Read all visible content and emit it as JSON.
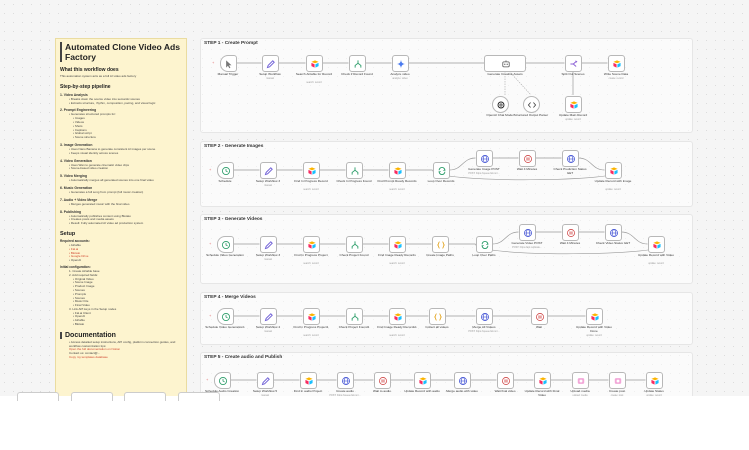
{
  "note": {
    "title": "Automated Clone Video Ads Factory",
    "what_title": "What this workflow does",
    "what_text": "This automation system acts as a full AI video ads factory",
    "pipeline_title": "Step-by-step pipeline",
    "steps": [
      {
        "title": "1. Video Analysis",
        "items": [
          "Breaks down the source video into semantic scenes",
          "Extracts structure, rhythm, composition, pacing, and visual logic"
        ]
      },
      {
        "title": "2. Prompt Engineering",
        "items": [
          "Generates structured prompts for:",
          "Images",
          "Videos",
          "Shots",
          "Captions",
          "Global script",
          "Scene structure"
        ]
      },
      {
        "title": "3. Image Generation",
        "items": [
          "Uses Nano Banana to generate consistent AI images per scene",
          "Keeps visual identity across scenes"
        ]
      },
      {
        "title": "4. Video Generation",
        "items": [
          "Uses Wan to generate cinematic video clips",
          "Scene-based video creation"
        ]
      },
      {
        "title": "5. Video Merging",
        "items": [
          "Automatically merges all generated scenes into one final video"
        ]
      },
      {
        "title": "6. Music Generation",
        "items": [
          "Generates a full song from prompt (full music creation)"
        ]
      },
      {
        "title": "7. Audio + Video Merge",
        "items": [
          "Merges generated music with the final video"
        ]
      },
      {
        "title": "8. Publishing",
        "items": [
          "Automatically publishes content using Blotato",
          "Creates posts and media assets",
          "Result: Fully automated AI video ad production system"
        ]
      }
    ],
    "setup_title": "Setup",
    "required_title": "Required accounts:",
    "accounts": [
      "Airtable",
      "Fal.ai",
      "Blotato",
      "Google Drive",
      "OpenAI"
    ],
    "initial_title": "Initial configuration:",
    "config": [
      "1. Create Airtable base",
      "2. Add required fields:",
      "Original Video",
      "Scene Image",
      "Product Image",
      "Scenes",
      "Prompts",
      "Scenes",
      "Music File",
      "Final Video",
      "3. Link API keys in the Setup nodes",
      "Fal.ai Client",
      "OpenAI",
      "Airtable",
      "Blotato"
    ],
    "doc_title": "Documentation",
    "doc_items": [
      "Access detailed setup instructions, API config, platform connection guides, and workflow customization tips:",
      "Open the full documentation on Notion",
      "Contact us: contact@...",
      "Copy my templates database"
    ]
  },
  "steps": [
    {
      "title": "STEP 1 - Create Prompt"
    },
    {
      "title": "STEP 2 - Generate Images"
    },
    {
      "title": "STEP 3 - Generate Videos"
    },
    {
      "title": "STEP 4 - Merge Videos"
    },
    {
      "title": "STEP 5 - Create audio and Publish"
    }
  ],
  "nodes": {
    "s1": [
      {
        "label": "Manual Trigger",
        "sub": "",
        "icon": "cursor-icon"
      },
      {
        "label": "Setup Workflow",
        "sub": "manual",
        "icon": "pencil-icon"
      },
      {
        "label": "Search Airtable for Record",
        "sub": "search: record",
        "icon": "airtable-icon"
      },
      {
        "label": "Check if Record Found",
        "sub": "",
        "icon": "if-icon"
      },
      {
        "label": "Analyze video",
        "sub": "analyze: video",
        "icon": "gemini-icon"
      },
      {
        "label": "Generate Creative Assets",
        "sub": "",
        "icon": "robot-icon"
      },
      {
        "label": "OpenAI Chat Model",
        "sub": "",
        "icon": "openai-icon"
      },
      {
        "label": "Structured Output Parser",
        "sub": "",
        "icon": "code-icon"
      },
      {
        "label": "Split Out Scenes",
        "sub": "",
        "icon": "split-icon"
      },
      {
        "label": "Write Scene Data",
        "sub": "create: record",
        "icon": "airtable-icon"
      },
      {
        "label": "Update Main Record",
        "sub": "update: record",
        "icon": "airtable-icon"
      }
    ],
    "s2": [
      {
        "label": "Schedule",
        "sub": "",
        "icon": "clock-icon"
      },
      {
        "label": "Setup Workflow 3",
        "sub": "manual",
        "icon": "pencil-icon"
      },
      {
        "label": "Find In Progress Record",
        "sub": "search: record",
        "icon": "airtable-icon"
      },
      {
        "label": "Check In Progress Found",
        "sub": "",
        "icon": "if-icon"
      },
      {
        "label": "Find Prompt Ready Records",
        "sub": "search: record",
        "icon": "airtable-icon"
      },
      {
        "label": "Loop Over Records",
        "sub": "",
        "icon": "loop-icon"
      },
      {
        "label": "Generate Image POST",
        "sub": "POST: https://queue.fal.run/...",
        "icon": "globe-icon"
      },
      {
        "label": "Wait 4 Minutes",
        "sub": "",
        "icon": "pause-icon"
      },
      {
        "label": "Check Prediction Status GET",
        "sub": "",
        "icon": "globe-icon"
      },
      {
        "label": "Update Record with Image",
        "sub": "update: record",
        "icon": "airtable-icon"
      }
    ],
    "s3": [
      {
        "label": "Schedule Video Generation",
        "sub": "",
        "icon": "clock-icon"
      },
      {
        "label": "Setup Workflow 3",
        "sub": "manual",
        "icon": "pencil-icon"
      },
      {
        "label": "Find In Progress Project",
        "sub": "search: record",
        "icon": "airtable-icon"
      },
      {
        "label": "Check Project Found",
        "sub": "",
        "icon": "if-icon"
      },
      {
        "label": "Find Image Ready Records",
        "sub": "search: record",
        "icon": "airtable-icon"
      },
      {
        "label": "Create Image Paths",
        "sub": "",
        "icon": "braces-icon"
      },
      {
        "label": "Loop Over Paths",
        "sub": "",
        "icon": "loop-icon"
      },
      {
        "label": "Generate Video POST",
        "sub": "POST: https://api.replicate...",
        "icon": "globe-icon"
      },
      {
        "label": "Wait 4 Minutes",
        "sub": "",
        "icon": "pause-icon"
      },
      {
        "label": "Check Video Status GET",
        "sub": "",
        "icon": "globe-icon"
      },
      {
        "label": "Update Record with Video",
        "sub": "update: record",
        "icon": "airtable-icon"
      }
    ],
    "s4": [
      {
        "label": "Schedule Video Generation1",
        "sub": "",
        "icon": "clock-icon"
      },
      {
        "label": "Setup Workflow 4",
        "sub": "manual",
        "icon": "pencil-icon"
      },
      {
        "label": "Find In Progress Project1",
        "sub": "search: record",
        "icon": "airtable-icon"
      },
      {
        "label": "Check Project Found1",
        "sub": "",
        "icon": "if-icon"
      },
      {
        "label": "Find Image Ready Records1",
        "sub": "search: record",
        "icon": "airtable-icon"
      },
      {
        "label": "Collect all videos",
        "sub": "",
        "icon": "braces-icon"
      },
      {
        "label": "Merge All Videos",
        "sub": "POST: https://queue.fal.run/...",
        "icon": "globe-icon"
      },
      {
        "label": "Wait",
        "sub": "",
        "icon": "pause-icon"
      },
      {
        "label": "Update Record with Video Done",
        "sub": "update: record",
        "icon": "airtable-icon"
      }
    ],
    "s5": [
      {
        "label": "Schedule Audio Creation",
        "sub": "",
        "icon": "clock-icon"
      },
      {
        "label": "Setup Workflow 5",
        "sub": "manual",
        "icon": "pencil-icon"
      },
      {
        "label": "Find In audio Project",
        "sub": "search: record",
        "icon": "airtable-icon"
      },
      {
        "label": "Create audio",
        "sub": "POST: https://queue.fal.run/...",
        "icon": "globe-icon"
      },
      {
        "label": "Wait to audio",
        "sub": "",
        "icon": "pause-icon"
      },
      {
        "label": "Update Record with audio",
        "sub": "update: record",
        "icon": "airtable-icon"
      },
      {
        "label": "Merge audio with video",
        "sub": "POST: https://queue.fal.run/...",
        "icon": "globe-icon"
      },
      {
        "label": "Wait final video",
        "sub": "",
        "icon": "pause-icon"
      },
      {
        "label": "Update Record with Final Video",
        "sub": "update: record",
        "icon": "airtable-icon"
      },
      {
        "label": "Upload media",
        "sub": "upload: media",
        "icon": "blotato-icon"
      },
      {
        "label": "Create post",
        "sub": "create: post",
        "icon": "blotato-icon"
      },
      {
        "label": "Update Status",
        "sub": "update: record",
        "icon": "airtable-icon"
      }
    ]
  }
}
